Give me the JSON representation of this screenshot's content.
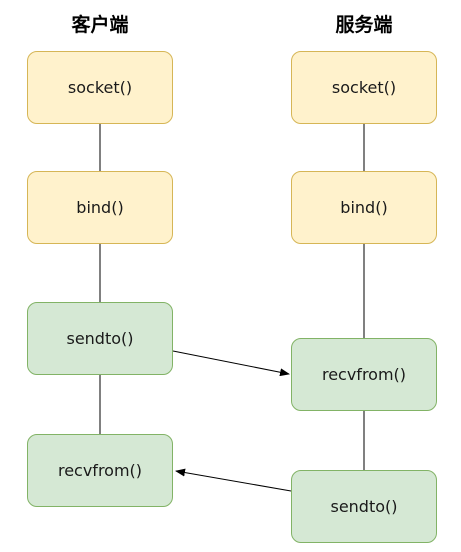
{
  "columns": {
    "client": {
      "title": "客户端"
    },
    "server": {
      "title": "服务端"
    }
  },
  "client": {
    "socket": "socket()",
    "bind": "bind()",
    "sendto": "sendto()",
    "recvfrom": "recvfrom()"
  },
  "server": {
    "socket": "socket()",
    "bind": "bind()",
    "recvfrom": "recvfrom()",
    "sendto": "sendto()"
  },
  "colors": {
    "setup_fill": "#fff2cc",
    "setup_border": "#d6b656",
    "data_fill": "#d5e8d4",
    "data_border": "#82b366"
  }
}
